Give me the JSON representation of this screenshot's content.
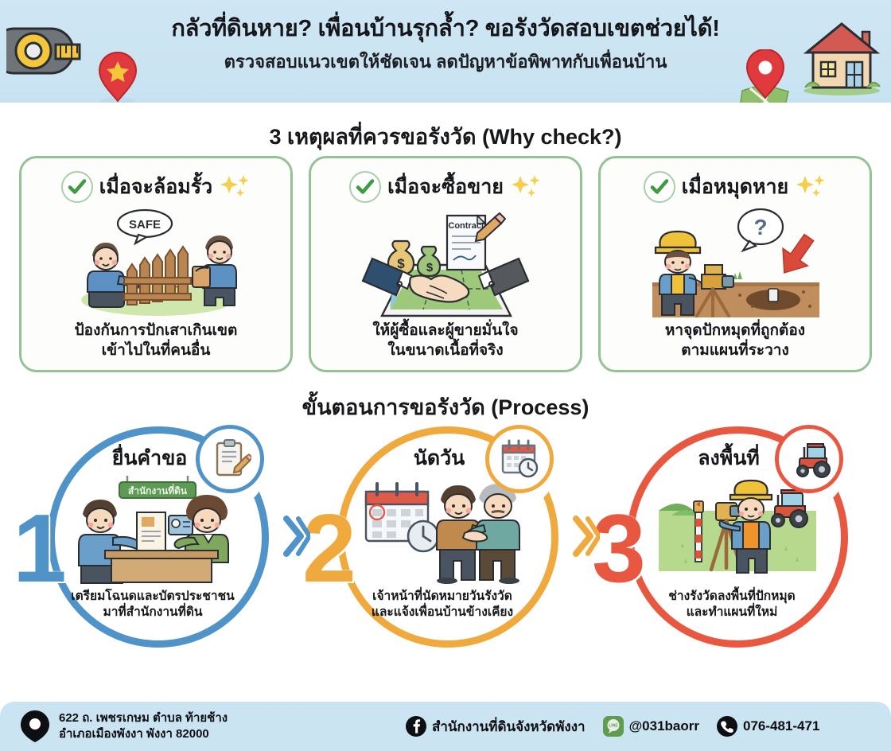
{
  "header": {
    "title": "กลัวที่ดินหาย? เพื่อนบ้านรุกล้ำ? ขอรังวัดสอบเขตช่วยได้!",
    "subtitle": "ตรวจสอบแนวเขตให้ชัดเจน ลดปัญหาข้อพิพาทกับเพื่อนบ้าน",
    "icons": [
      "measuring-tape-icon",
      "map-pin-star-icon",
      "map-pin-icon",
      "house-icon"
    ],
    "bg_color": "#cbe4f2"
  },
  "why_section": {
    "title": "3 เหตุผลที่ควรขอรังวัด (Why check?)",
    "border_color": "#93c393",
    "check_color": "#3f9b40",
    "cards": [
      {
        "title": "เมื่อจะล้อมรั้ว",
        "caption_line1": "ป้องกันการปักเสาเกินเขต",
        "caption_line2": "เข้าไปในที่คนอื่น",
        "art": "two-men-building-fence-illustration",
        "art_label": "SAFE"
      },
      {
        "title": "เมื่อจะซื้อขาย",
        "caption_line1": "ให้ผู้ซื้อและผู้ขายมั่นใจ",
        "caption_line2": "ในขนาดเนื้อที่จริง",
        "art": "handshake-over-land-map-illustration",
        "art_label": "Contract"
      },
      {
        "title": "เมื่อหมุดหาย",
        "caption_line1": "หาจุดปักหมุดที่ถูกต้อง",
        "caption_line2": "ตามแผนที่ระวาง",
        "art": "surveyor-searching-missing-marker-illustration",
        "art_label": "?"
      }
    ]
  },
  "process_section": {
    "title": "ขั้นตอนการขอรังวัด (Process)",
    "steps": [
      {
        "number": "1",
        "title": "ยื่นคำขอ",
        "caption_line1": "เตรียมโฉนดและบัตรประชาชน",
        "caption_line2": "มาที่สำนักงานที่ดิน",
        "color": "#4f93c9",
        "badge_icon": "clipboard-pencil-icon",
        "art": "citizen-submitting-documents-at-counter-illustration",
        "art_label": "สำนักงานที่ดิน"
      },
      {
        "number": "2",
        "title": "นัดวัน",
        "caption_line1": "เจ้าหน้าที่นัดหมายวันรังวัด",
        "caption_line2": "และแจ้งเพื่อนบ้านข้างเคียง",
        "color": "#f0a93c",
        "badge_icon": "calendar-clock-icon",
        "art": "calendar-clock-and-two-men-shaking-hands-illustration",
        "art_label": ""
      },
      {
        "number": "3",
        "title": "ลงพื้นที่",
        "caption_line1": "ช่างรังวัดลงพื้นที่ปักหมุด",
        "caption_line2": "และทำแผนที่ใหม่",
        "color": "#e8573f",
        "badge_icon": "tractor-icon",
        "art": "surveyor-with-theodolite-in-field-illustration",
        "art_label": ""
      }
    ],
    "connector_icon": "chevron-right-icon"
  },
  "footer": {
    "bg_color": "#cbe4f2",
    "address_line1": "622 ถ. เพชรเกษม ตำบล ท้ายช้าง",
    "address_line2": "อำเภอเมืองพังงา พังงา 82000",
    "location_icon": "map-pin-icon",
    "contacts": [
      {
        "icon": "facebook-icon",
        "text": "สำนักงานที่ดินจังหวัดพังงา"
      },
      {
        "icon": "line-icon",
        "text": "@031baorr"
      },
      {
        "icon": "phone-icon",
        "text": "076-481-471"
      }
    ]
  }
}
